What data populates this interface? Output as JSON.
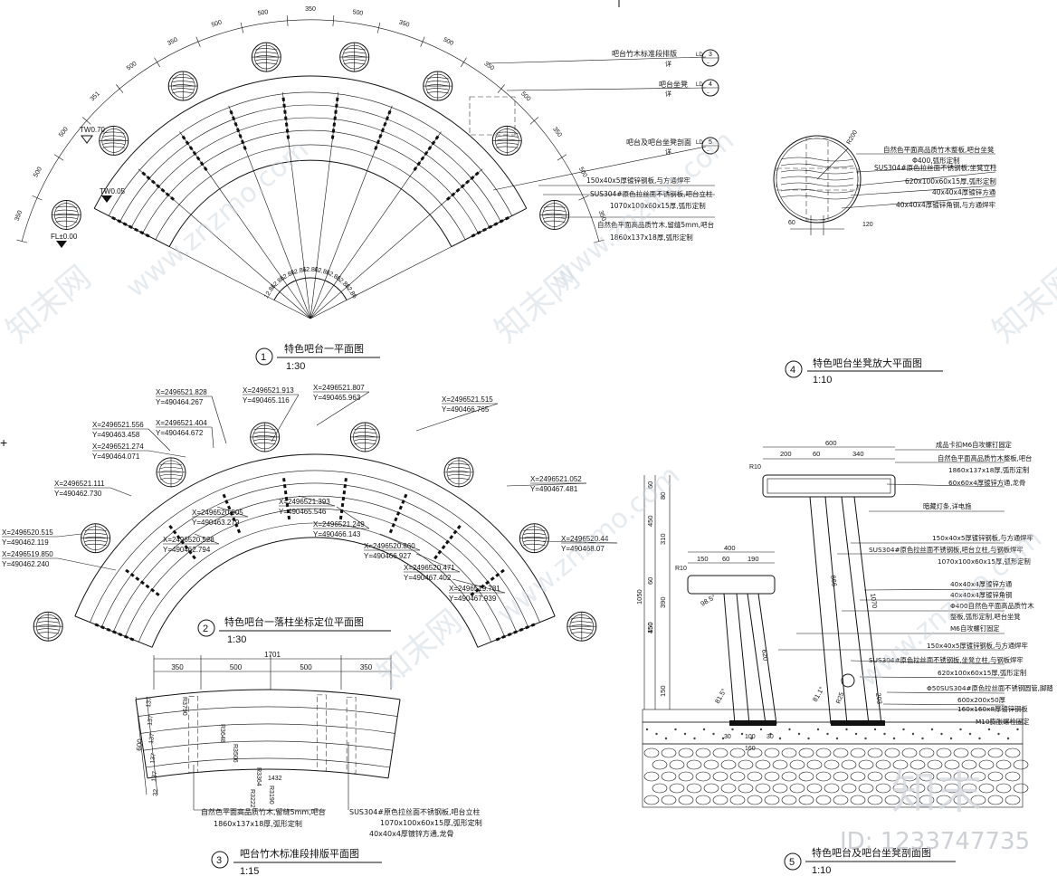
{
  "titles": {
    "v1": {
      "num": "1",
      "name": "特色吧台一平面图",
      "scale": "1:30"
    },
    "v2": {
      "num": "2",
      "name": "特色吧台一落柱坐标定位平面图",
      "scale": "1:30"
    },
    "v3": {
      "num": "3",
      "name": "吧台竹木标准段排版平面图",
      "scale": "1:15"
    },
    "v4": {
      "num": "4",
      "name": "特色吧台坐凳放大平面图",
      "scale": "1:10"
    },
    "v5": {
      "num": "5",
      "name": "特色吧台及吧台坐凳剖面图",
      "scale": "1:10"
    }
  },
  "plan1": {
    "dims_top": [
      "350",
      "500",
      "500",
      "351",
      "500",
      "350",
      "500",
      "500",
      "350",
      "500",
      "350",
      "500",
      "350",
      "500",
      "350",
      "500",
      "350"
    ],
    "angles": [
      "12.86",
      "12.86",
      "12.86",
      "12.86",
      "12.86",
      "12.86",
      "12.86",
      "12.86",
      "12.86"
    ],
    "levels": [
      "TW0.70",
      "TW0.05",
      "FL±0.00"
    ],
    "callouts": [
      {
        "text": "吧台竹木标准段排版",
        "num": "3",
        "ref": "LD",
        "sub": "详",
        "dash": "–"
      },
      {
        "text": "吧台坐凳",
        "num": "4",
        "ref": "LD",
        "sub": "详",
        "dash": "–"
      },
      {
        "text": "吧台及吧台坐凳剖面",
        "num": "5",
        "ref": "LD",
        "sub": "详",
        "dash": "–"
      }
    ],
    "notes": [
      "150x40x5厚镀锌钢板,与方通焊牢",
      "SUS304#原色拉丝面不锈钢板,吧台立柱",
      "1070x100x60x15厚,弧形定制",
      "自然色平面高品质竹木,留缝5mm,吧台",
      "1860x137x18厚,弧形定制"
    ]
  },
  "plan2": {
    "coords": [
      {
        "x": "X=2496521.828",
        "y": "Y=490464.267"
      },
      {
        "x": "X=2496521.913",
        "y": "Y=490465.116"
      },
      {
        "x": "X=2496521.807",
        "y": "Y=490465.963"
      },
      {
        "x": "X=2496521.515",
        "y": "Y=490466.765"
      },
      {
        "x": "X=2496521.404",
        "y": "Y=490464.672"
      },
      {
        "x": "X=2496521.556",
        "y": "Y=490463.458"
      },
      {
        "x": "X=2496521.274",
        "y": "Y=490464.071"
      },
      {
        "x": "X=2496521.111",
        "y": "Y=490462.730"
      },
      {
        "x": "X=2496520.515",
        "y": "Y=490462.119"
      },
      {
        "x": "X=2496519.850",
        "y": "Y=490462.240"
      },
      {
        "x": "X=2496520.905",
        "y": "Y=490463.279"
      },
      {
        "x": "X=2496520.528",
        "y": "Y=490462.794"
      },
      {
        "x": "X=2496521.393",
        "y": "Y=490465.546"
      },
      {
        "x": "X=2496521.249",
        "y": "Y=490466.143"
      },
      {
        "x": "X=2496520.860",
        "y": "Y=490466.927"
      },
      {
        "x": "X=2496520.471",
        "y": "Y=490467.402"
      },
      {
        "x": "X=2496519.781",
        "y": "Y=490467.939"
      },
      {
        "x": "X=2496521.052",
        "y": "Y=490467.481"
      },
      {
        "x": "X=2496520.44",
        "y": "Y=490468.07"
      }
    ]
  },
  "plan3": {
    "total": "1701",
    "dims": [
      "350",
      "500",
      "500",
      "350"
    ],
    "side": [
      "137",
      "137",
      "137",
      "137",
      "137",
      "32"
    ],
    "side_total": "600",
    "radii": [
      "R3790",
      "R3648",
      "R3506",
      "R3364",
      "R3222",
      "R3190"
    ],
    "chord": "1432",
    "notes_l": [
      "自然色平面高品质竹木,留缝5mm,吧台",
      "1860x137x18厚,弧形定制"
    ],
    "notes_r": [
      "SUS304#原色拉丝面不锈钢板,吧台立柱",
      "1070x100x60x15厚,弧形定制",
      "40x40x4厚镀锌方通,龙骨"
    ]
  },
  "plan4": {
    "radius": "R200",
    "dims": [
      "60",
      "120"
    ],
    "notes": [
      "自然色平面高品质竹木整板,吧台坐凳",
      "Φ400,弧形定制",
      "SUS304#原色拉丝面不锈钢板,坐凳立柱",
      "620x100x60x15厚,弧形定制",
      "40x40x4厚镀锌方通",
      "40x40x4厚镀锌角钢,与方通焊牢"
    ]
  },
  "section5": {
    "top_dims": [
      "600",
      "200",
      "60",
      "340"
    ],
    "mid_dims": [
      "400",
      "150",
      "60",
      "190"
    ],
    "left_dims": [
      "1050",
      "60",
      "80",
      "450",
      "310",
      "60",
      "450",
      "390",
      "150",
      "150"
    ],
    "bot_dims": [
      "30",
      "100",
      "30",
      "160"
    ],
    "angles": [
      "81.5°",
      "81.1°",
      "98.5°"
    ],
    "lens": [
      "866",
      "1070",
      "620",
      "203"
    ],
    "radii": [
      "R10",
      "R10",
      "R25"
    ],
    "notes": [
      "成品卡扣M6自攻螺钉固定",
      "自然色平面高品质竹木整板,吧台",
      "1860x137x18厚,弧形定制",
      "60x60x4厚镀锌方通,龙骨",
      "暗藏灯条,详电施",
      "150x40x5厚镀锌钢板,与方通焊牢",
      "SUS304#原色拉丝面不锈钢板,吧台立柱,与钢板焊牢",
      "1070x100x60x15厚,弧形定制",
      "40x40x4厚镀锌方通",
      "40x40x4厚镀锌角钢",
      "Φ400自然色平面高品质竹木",
      "整板,弧形定制,吧台坐凳",
      "M6自攻螺钉固定",
      "150x40x5厚镀锌钢板,与方通焊牢",
      "SUS304#原色拉丝面不锈钢板,坐凳立柱,与钢板焊牢",
      "620x100x60x15厚,弧形定制",
      "Φ50SUS304#原色拉丝面不锈钢圆管,脚踏",
      "600x200x50厚",
      "160x160x8厚镀锌钢板",
      "M10膨胀螺栓固定"
    ]
  },
  "watermark": {
    "brand": "知末",
    "id": "ID: 1233747735",
    "site": "www.znzmo.com",
    "cn": "知末网"
  }
}
